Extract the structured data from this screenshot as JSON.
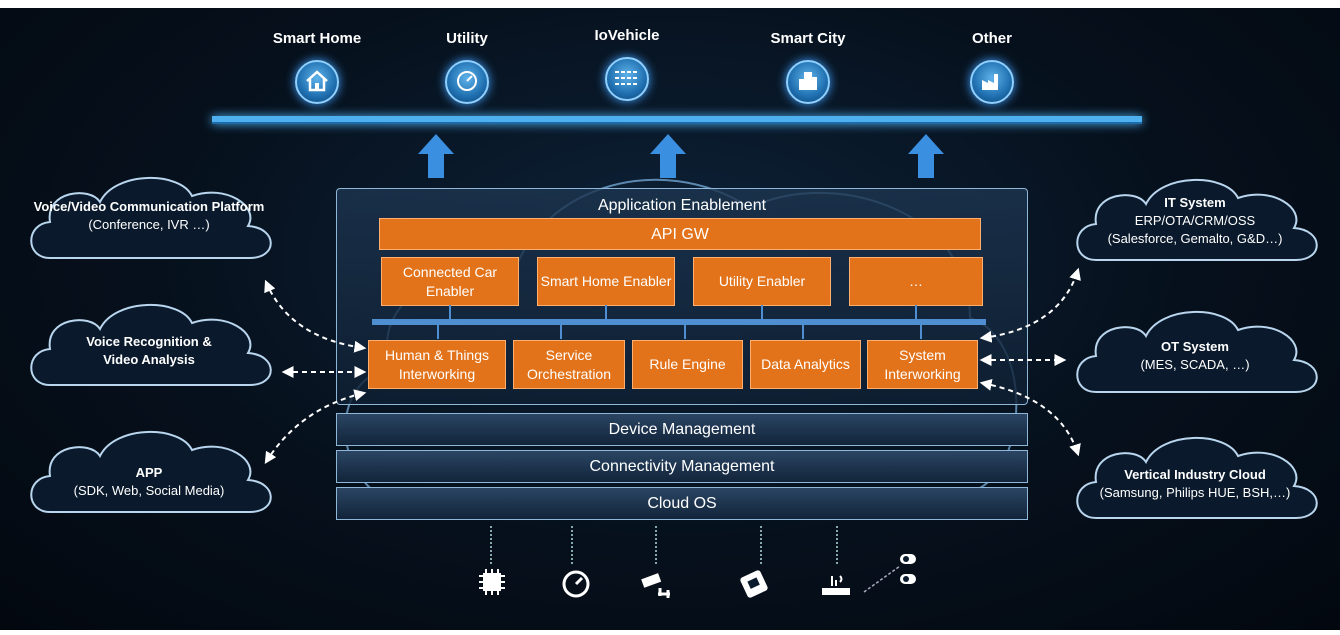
{
  "domains": [
    {
      "label": "Smart Home",
      "icon": "house-icon"
    },
    {
      "label": "Utility",
      "icon": "gauge-icon"
    },
    {
      "label": "IoVehicle",
      "icon": "traffic-icon"
    },
    {
      "label": "Smart City",
      "icon": "city-building-icon"
    },
    {
      "label": "Other",
      "icon": "factory-icon"
    }
  ],
  "left_clouds": [
    {
      "title": "Voice/Video Communication Platform",
      "sub": "(Conference, IVR …)"
    },
    {
      "title": "Voice Recognition & Video Analysis",
      "sub": ""
    },
    {
      "title": "APP",
      "sub": "(SDK, Web, Social Media)"
    }
  ],
  "right_clouds": [
    {
      "title": "IT System",
      "sub": "ERP/OTA/CRM/OSS",
      "sub2": "(Salesforce, Gemalto, G&D…)"
    },
    {
      "title": "OT System",
      "sub": "(MES, SCADA, …)",
      "sub2": ""
    },
    {
      "title": "Vertical Industry Cloud",
      "sub": "(Samsung, Philips HUE, BSH,…)",
      "sub2": ""
    }
  ],
  "platform": {
    "title": "Application Enablement",
    "api_gw": "API GW",
    "enablers": [
      "Connected Car Enabler",
      "Smart Home Enabler",
      "Utility Enabler",
      "…"
    ],
    "engines": [
      "Human & Things Interworking",
      "Service Orchestration",
      "Rule Engine",
      "Data Analytics",
      "System Interworking"
    ],
    "layers": [
      "Device Management",
      "Connectivity Management",
      "Cloud OS"
    ]
  },
  "devices": [
    "chip-icon",
    "meter-icon",
    "camera-icon",
    "sim-card-icon",
    "router-icon",
    "sensor-icon"
  ],
  "colors": {
    "accent": "#e2731a",
    "line": "#4fb0ef",
    "background": "#06101c"
  }
}
